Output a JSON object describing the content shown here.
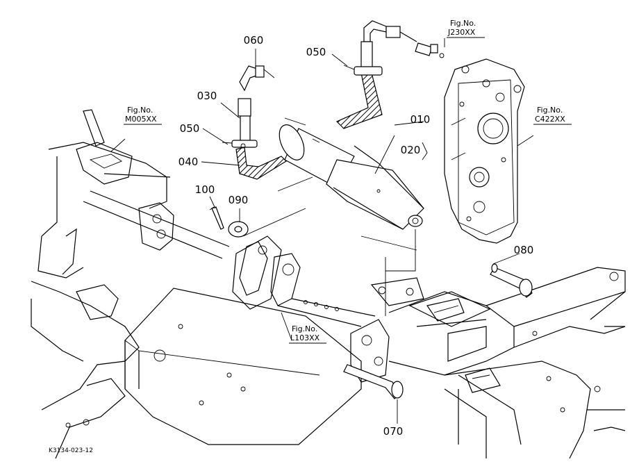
{
  "parts": [
    {
      "id": "p010",
      "label": "010"
    },
    {
      "id": "p020",
      "label": "020"
    },
    {
      "id": "p030",
      "label": "030"
    },
    {
      "id": "p040",
      "label": "040"
    },
    {
      "id": "p050a",
      "label": "050"
    },
    {
      "id": "p050b",
      "label": "050"
    },
    {
      "id": "p060",
      "label": "060"
    },
    {
      "id": "p070",
      "label": "070"
    },
    {
      "id": "p080",
      "label": "080"
    },
    {
      "id": "p090",
      "label": "090"
    },
    {
      "id": "p100",
      "label": "100"
    }
  ],
  "figure_refs": [
    {
      "id": "m005",
      "heading": "Fig.No.",
      "code": "M005XX"
    },
    {
      "id": "j230",
      "heading": "Fig.No.",
      "code": "J230XX"
    },
    {
      "id": "c422",
      "heading": "Fig.No.",
      "code": "C422XX"
    },
    {
      "id": "l103",
      "heading": "Fig.No.",
      "code": "L103XX"
    }
  ],
  "drawing_code": "K3134-023-12"
}
